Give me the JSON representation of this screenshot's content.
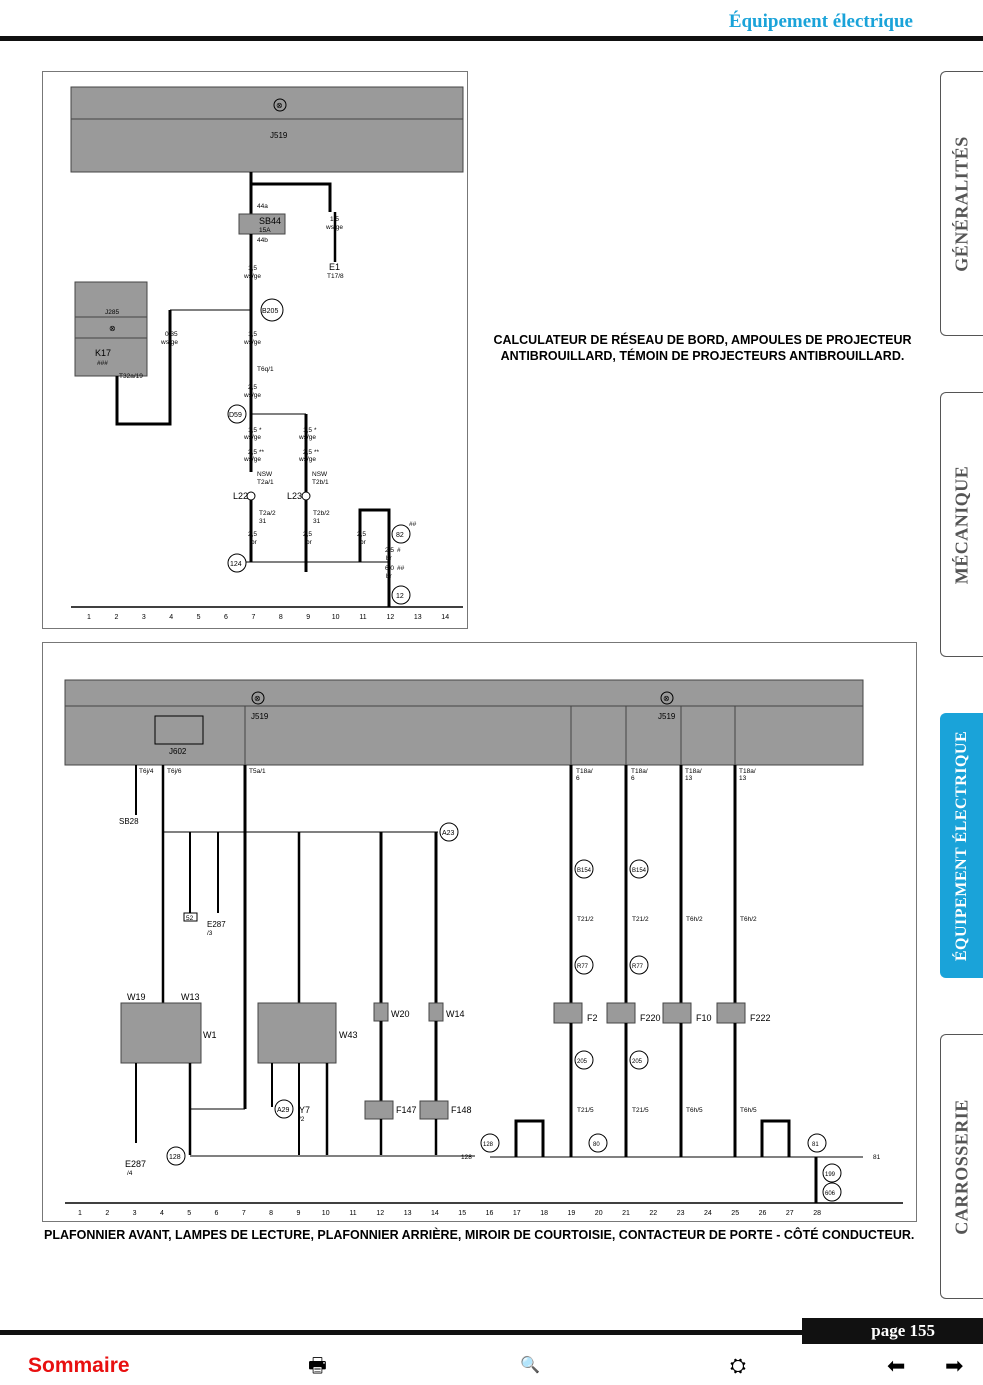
{
  "header": {
    "title": "Équipement électrique"
  },
  "tabs": [
    {
      "label": "GÉNÉRALITÉS",
      "active": false
    },
    {
      "label": "MÉCANIQUE",
      "active": false
    },
    {
      "label": "ÉQUIPEMENT ÉLECTRIQUE",
      "active": true
    },
    {
      "label": "CARROSSERIE",
      "active": false
    }
  ],
  "diagram1": {
    "caption": "CALCULATEUR DE RÉSEAU DE BORD, AMPOULES DE PROJECTEUR ANTIBROUILLARD, TÉMOIN DE PROJECTEURS ANTIBROUILLARD.",
    "ecu_label": "J519",
    "fuse_label": "SB44",
    "fuse_rating": "15A",
    "left_module_top": "J285",
    "left_module_component": "K17",
    "left_module_mark": "###",
    "left_module_pin": "T32a/19",
    "fuse_pin_a": "44a",
    "fuse_pin_b": "44b",
    "e1_label": "E1",
    "e1_pin": "T17/8",
    "conn_b205": "B205",
    "conn_d59": "D59",
    "conn_124": "124",
    "conn_82": "82",
    "conn_12": "12",
    "lamp_l22": "L22",
    "lamp_l23": "L23",
    "nsw1": "NSW",
    "nsw1_pin": "T2a/1",
    "nsw2": "NSW",
    "nsw2_pin": "T2b/1",
    "t2a2": "T2a/2",
    "t2b2": "T2b/2",
    "pin31a": "31",
    "pin31b": "31",
    "t6q1": "T6q/1",
    "wires": {
      "w1": "1,5",
      "w1c": "ws/ge",
      "w2": "1,5",
      "w2c": "ws/ge",
      "w3": "1,5",
      "w3c": "ws/ge",
      "w4": "0,35",
      "w4c": "ws/ge",
      "w5": "2,5",
      "w5c": "ws/ge",
      "w6a": "1,5",
      "w6b": "*",
      "w6c": "ws/ge",
      "w6d": "2,5",
      "w6e": "**",
      "w6f": "ws/ge",
      "w7a": "1,5",
      "w7b": "*",
      "w7c": "ws/ge",
      "w7d": "2,5",
      "w7e": "**",
      "w7f": "ws/ge",
      "w8": "2,5",
      "w8c": "br",
      "w9": "2,5",
      "w9c": "br",
      "w10": "2,5",
      "w10c": "br",
      "w11a": "2,5",
      "w11b": "#",
      "w11c": "br",
      "w11d": "6,0",
      "w11e": "##",
      "w11f": "br",
      "mark82": "##"
    },
    "grid": [
      "1",
      "2",
      "3",
      "4",
      "5",
      "6",
      "7",
      "8",
      "9",
      "10",
      "11",
      "12",
      "13",
      "14"
    ]
  },
  "diagram2": {
    "caption": "PLAFONNIER AVANT, LAMPES DE LECTURE, PLAFONNIER ARRIÈRE, MIROIR DE COURTOISIE, CONTACTEUR DE PORTE - CÔTÉ CONDUCTEUR.",
    "ecu_label_left": "J519",
    "ecu_label_right": "J519",
    "relay": "J602",
    "pins_top": {
      "p1": "T6j/4",
      "p2": "T6j/6",
      "p3": "T5a/1",
      "p4": "T18a/",
      "p4b": "6",
      "p5": "T18a/",
      "p5b": "6",
      "p6": "T18a/",
      "p6b": "13",
      "p7": "T18a/",
      "p7b": "13"
    },
    "sb28": "SB28",
    "a23": "A23",
    "b154a": "B154",
    "b154b": "B154",
    "r77a": "R77",
    "r77b": "R77",
    "t21_2a": "T21/2",
    "t21_2b": "T21/2",
    "t6h2a": "T6h/2",
    "t6h2b": "T6h/2",
    "w19": "W19",
    "w13": "W13",
    "w1": "W1",
    "w43": "W43",
    "w20": "W20",
    "w14": "W14",
    "f2": "F2",
    "f220": "F220",
    "f10": "F10",
    "f222": "F222",
    "f147": "F147",
    "f148": "F148",
    "box52": "52",
    "e287": "E287",
    "e287pin": "/3",
    "e287b": "E287",
    "e287bpin": "/4",
    "y7": "Y7",
    "y7pin": "/2",
    "a29": "A29",
    "c128a": "128",
    "c128b": "128",
    "c128c": "128",
    "c205a": "205",
    "c205b": "205",
    "c80": "80",
    "c81": "81",
    "c81b": "81",
    "c199": "199",
    "c606": "606",
    "t21_5a": "T21/5",
    "t21_5b": "T21/5",
    "t6h5a": "T6h/5",
    "t6h5b": "T6h/5",
    "grid": [
      "1",
      "2",
      "3",
      "4",
      "5",
      "6",
      "7",
      "8",
      "9",
      "10",
      "11",
      "12",
      "13",
      "14",
      "15",
      "16",
      "17",
      "18",
      "19",
      "20",
      "21",
      "22",
      "23",
      "24",
      "25",
      "26",
      "27",
      "28"
    ]
  },
  "footer": {
    "page": "page 155",
    "sommaire": "Sommaire"
  },
  "colors": {
    "accent": "#1aa3d9",
    "sommaire": "#e81010",
    "ecu_fill": "#9a9a9a"
  }
}
